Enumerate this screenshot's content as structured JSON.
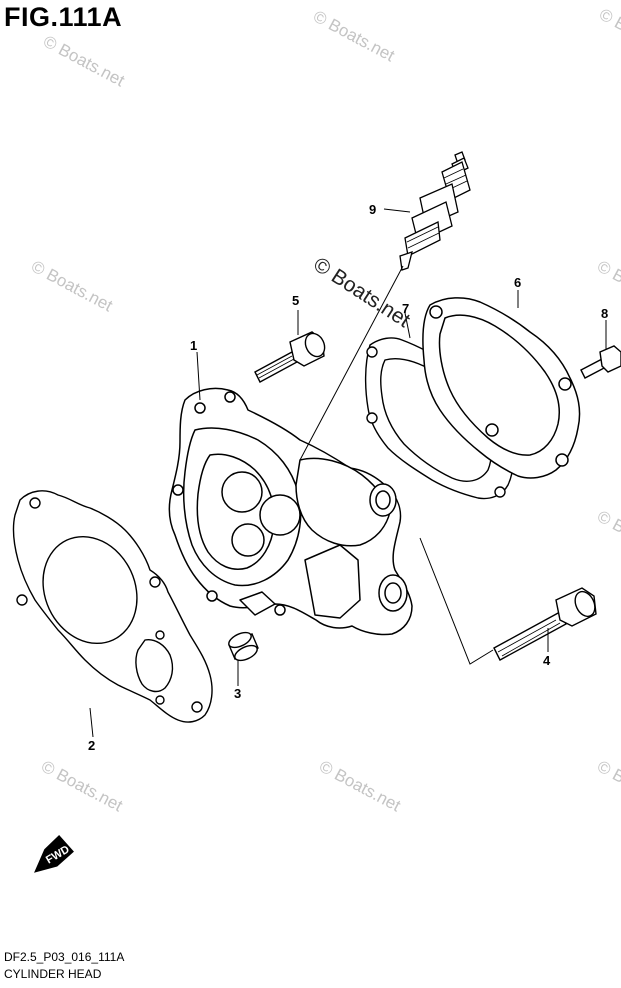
{
  "figure": {
    "title": "FIG.111A",
    "code": "DF2.5_P03_016_111A",
    "name": "CYLINDER HEAD"
  },
  "direction_label": "FWD",
  "watermark": {
    "text": "© Boats.net",
    "color": "#c4c4c4"
  },
  "callouts": [
    {
      "id": "1",
      "label": "1"
    },
    {
      "id": "2",
      "label": "2"
    },
    {
      "id": "3",
      "label": "3"
    },
    {
      "id": "4",
      "label": "4"
    },
    {
      "id": "5",
      "label": "5"
    },
    {
      "id": "6",
      "label": "6"
    },
    {
      "id": "7",
      "label": "7"
    },
    {
      "id": "8",
      "label": "8"
    },
    {
      "id": "9",
      "label": "9"
    }
  ]
}
